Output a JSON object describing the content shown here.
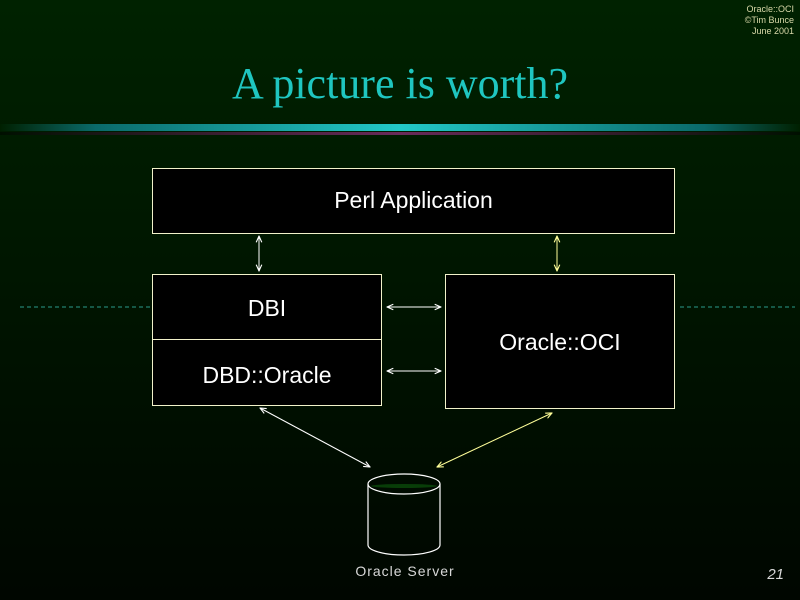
{
  "header": {
    "corner_lines": [
      "Oracle::OCI",
      "©Tim Bunce",
      "June 2001"
    ]
  },
  "slide": {
    "title": "A picture is worth?",
    "page_number": "21"
  },
  "diagram": {
    "perl_application": "Perl Application",
    "dbi": "DBI",
    "dbd_oracle": "DBD::Oracle",
    "oracle_oci": "Oracle::OCI",
    "oracle_server": "Oracle Server"
  },
  "colors": {
    "background": "#001a00",
    "title": "#1fc6c0",
    "box_border": "#f2f2ca",
    "accent_bar": "#1fb8b8"
  }
}
